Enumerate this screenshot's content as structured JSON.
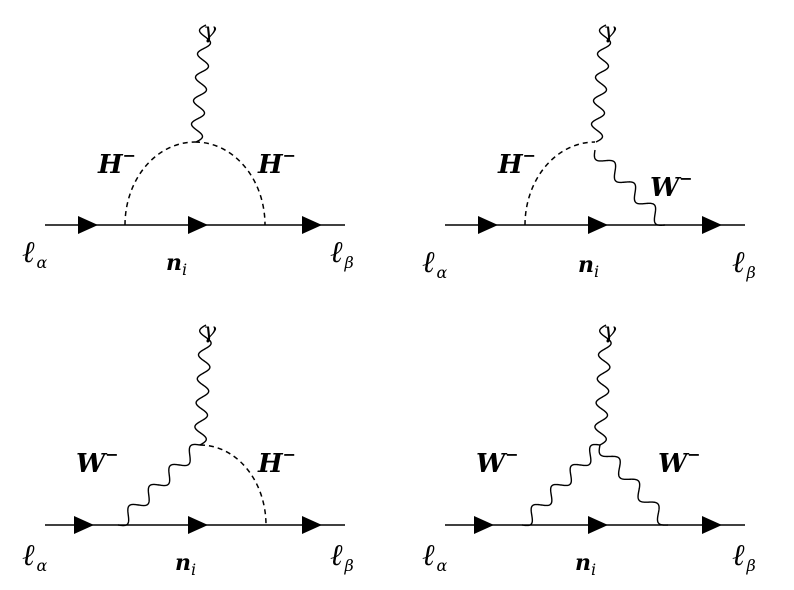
{
  "diagrams": [
    {
      "photon": "γ",
      "left_boson": {
        "symbol": "H",
        "charge": "−"
      },
      "right_boson": {
        "symbol": "H",
        "charge": "−"
      },
      "lepton_in": {
        "symbol": "ℓ",
        "index": "α"
      },
      "lepton_out": {
        "symbol": "ℓ",
        "index": "β"
      },
      "internal": {
        "symbol": "n",
        "index": "i"
      }
    },
    {
      "photon": "γ",
      "left_boson": {
        "symbol": "H",
        "charge": "−"
      },
      "right_boson": {
        "symbol": "W",
        "charge": "−"
      },
      "lepton_in": {
        "symbol": "ℓ",
        "index": "α"
      },
      "lepton_out": {
        "symbol": "ℓ",
        "index": "β"
      },
      "internal": {
        "symbol": "n",
        "index": "i"
      }
    },
    {
      "photon": "γ",
      "left_boson": {
        "symbol": "W",
        "charge": "−"
      },
      "right_boson": {
        "symbol": "H",
        "charge": "−"
      },
      "lepton_in": {
        "symbol": "ℓ",
        "index": "α"
      },
      "lepton_out": {
        "symbol": "ℓ",
        "index": "β"
      },
      "internal": {
        "symbol": "n",
        "index": "i"
      }
    },
    {
      "photon": "γ",
      "left_boson": {
        "symbol": "W",
        "charge": "−"
      },
      "right_boson": {
        "symbol": "W",
        "charge": "−"
      },
      "lepton_in": {
        "symbol": "ℓ",
        "index": "α"
      },
      "lepton_out": {
        "symbol": "ℓ",
        "index": "β"
      },
      "internal": {
        "symbol": "n",
        "index": "i"
      }
    }
  ]
}
